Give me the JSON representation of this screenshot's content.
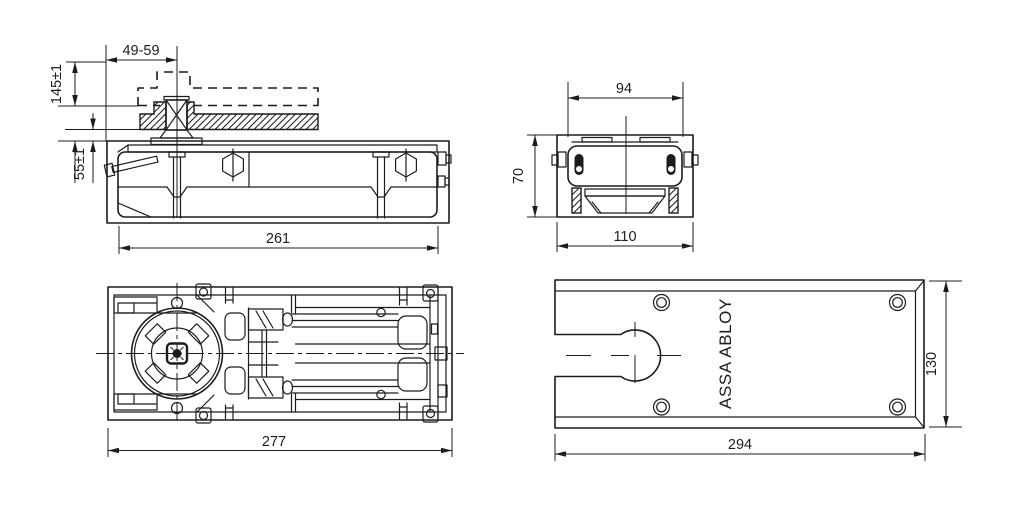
{
  "page": {
    "background": "#ffffff",
    "line_color": "#1c1c1c",
    "description_labels": {
      "brand": "ASSA ABLOY"
    }
  },
  "views": {
    "side": {
      "title": "side-section-view",
      "dims": {
        "spindle_offset": "49-59",
        "install_height": "145±1",
        "box_top_depth": "55±1",
        "body_length": "261"
      }
    },
    "end": {
      "title": "end-section-view",
      "dims": {
        "plate_width": "94",
        "box_height": "70",
        "box_width": "110"
      }
    },
    "plan": {
      "title": "plan-view-mechanism",
      "dims": {
        "box_length": "277"
      }
    },
    "cover": {
      "title": "cover-plate-view",
      "brand": "ASSA ABLOY",
      "dims": {
        "plate_length": "294",
        "plate_width": "130"
      }
    }
  }
}
